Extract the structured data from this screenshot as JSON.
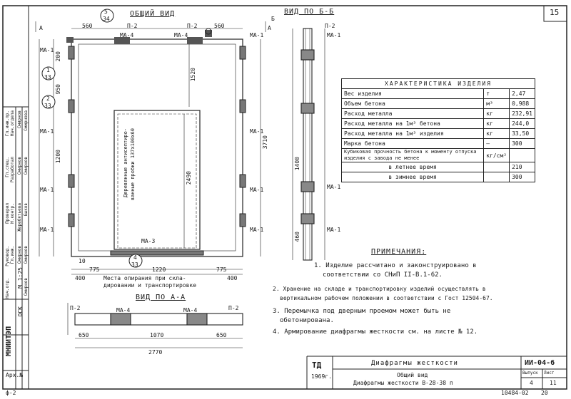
{
  "page": {
    "number": "15",
    "footer_left": "ф-2",
    "footer_code": "10484-02",
    "footer_page": "20"
  },
  "views": {
    "general": "ОБЩИЙ ВИД",
    "section_bb": "ВИД ПО Б-Б",
    "view_aa": "ВИД ПО А-А"
  },
  "callouts": {
    "c1_top": "5",
    "c1_bottom": "34",
    "c2_top": "1",
    "c2_bottom": "33",
    "c3_top": "2",
    "c3_bottom": "33",
    "c4_top": "4",
    "c4_bottom": "33"
  },
  "labels": {
    "ma1": "МА-1",
    "ma3": "МА-3",
    "ma4": "МА-4",
    "p2": "П-2",
    "a": "А",
    "b": "Б",
    "wood_plug": "Деревянные антисептиро-",
    "wood_plug2": "ванные пробки 137х100х60",
    "support_place": "Места опирания при скла-",
    "support_place2": "дировании и транспортировке"
  },
  "dims": {
    "d560a": "560",
    "d560b": "560",
    "d10": "10",
    "d775a": "775",
    "d775b": "775",
    "d400a": "400",
    "d400b": "400",
    "d1220": "1220",
    "d1520": "1520",
    "d2490": "2490",
    "d3710": "3710",
    "d1200": "1200",
    "d950": "950",
    "d650a": "650",
    "d650b": "650",
    "d1070": "1070",
    "d2770": "2770",
    "d200": "200",
    "d1400": "1400",
    "d460": "460"
  },
  "characteristics": {
    "title": "ХАРАКТЕРИСТИКА ИЗДЕЛИЯ",
    "rows": [
      {
        "name": "Вес изделия",
        "unit": "т",
        "value": "2,47"
      },
      {
        "name": "Объем бетона",
        "unit": "м³",
        "value": "0,988"
      },
      {
        "name": "Расход металла",
        "unit": "кг",
        "value": "232,91"
      },
      {
        "name": "Расход металла на 1м³ бетона",
        "unit": "кг",
        "value": "244,0"
      },
      {
        "name": "Расход металла на 1м³ изделия",
        "unit": "кг",
        "value": "33,50"
      },
      {
        "name": "Марка бетона",
        "unit": "—",
        "value": "300"
      },
      {
        "name": "Кубиковая прочность бетона к моменту отпуска изделия с завода не менее",
        "unit": "кг/см²",
        "value": ""
      },
      {
        "name": "в летнее время",
        "unit": "",
        "value": "210"
      },
      {
        "name": "в зимнее время",
        "unit": "",
        "value": "300"
      }
    ]
  },
  "notes": {
    "title": "ПРИМЕЧАНИЯ:",
    "items": [
      "1. Изделие рассчитано и законструировано в",
      "соответствии со СНиП II-В.1-62.",
      "2. Хранение на складе и транспортировку изделий осуществлять в",
      "вертикальном рабочем положении в соответствии с Гост 12504-67.",
      "3. Перемычка под дверным проемом может быть не",
      "обетонирована.",
      "4. Армирование диафрагмы жесткости см. на листе № 12."
    ]
  },
  "titleblock": {
    "org": "МНИИТЭП",
    "dept": "ОСК",
    "arch": "Арх.№",
    "td": "ТД",
    "year": "1969г.",
    "name1": "Диафрагмы жесткости",
    "name2": "Общий вид",
    "name3": "Диафрагмы жесткости В-28-38 п",
    "code": "ИИ-04-6",
    "issue_label": "Выпуск",
    "sheet_label": "Лист",
    "issue": "4",
    "sheet": "11",
    "side_rows": [
      "Гл.инж.пр.",
      "Нач.отдела",
      "Гл.спец.",
      "Разработал",
      "Проверил",
      "Н.контр.",
      "Руковод.",
      "Гл.инж.",
      "Нач.отд."
    ],
    "side_names": [
      "Смирнов",
      "Смирнов",
      "Жеребятьева",
      "Смирнова",
      "Смирнов",
      "Быков",
      "Смирнов",
      "Смирнов",
      "Смирнов"
    ],
    "m": "М",
    "m_val": "1:25"
  }
}
